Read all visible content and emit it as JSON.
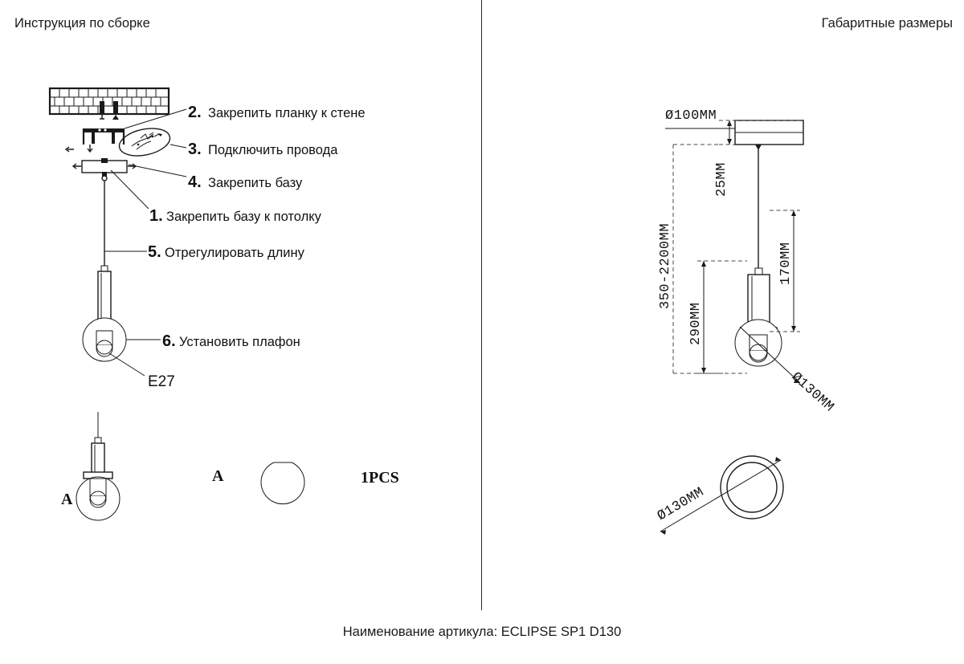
{
  "headers": {
    "left": "Инструкция по сборке",
    "right": "Габаритные размеры"
  },
  "footer": {
    "text": "Наименование артикула: ECLIPSE SP1 D130"
  },
  "assembly": {
    "steps": [
      {
        "num": "2.",
        "label": "Закрепить планку к стене"
      },
      {
        "num": "3.",
        "label": "Подключить провода"
      },
      {
        "num": "4.",
        "label": "Закрепить базу"
      },
      {
        "num": "1.",
        "label": "Закрепить базу к потолку"
      },
      {
        "num": "5.",
        "label": "Отрегулировать длину"
      },
      {
        "num": "6.",
        "label": "Установить плафон"
      }
    ],
    "socket_label": "E27"
  },
  "parts": {
    "part_marker": "A",
    "legend_letter": "A",
    "quantity": "1PCS"
  },
  "dimensions": {
    "canopy_diameter": "Ø100MM",
    "canopy_height": "25MM",
    "total_height": "350-2200MM",
    "body_to_bottom": "290MM",
    "body_height": "170MM",
    "shade_diameter": "Ø130MM",
    "bottom_view_diameter": "Ø130MM"
  },
  "colors": {
    "line": "#1a1a1a",
    "dash": "#4a4a4a",
    "text": "#111111",
    "background": "#ffffff"
  }
}
